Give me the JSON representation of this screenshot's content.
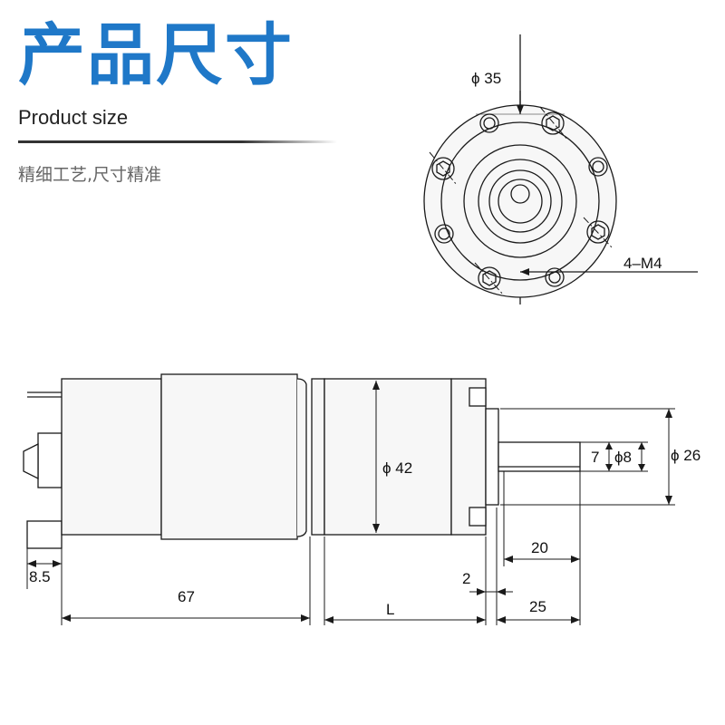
{
  "header": {
    "title": "产品尺寸",
    "subtitle": "Product size",
    "tagline": "精细工艺,尺寸精准"
  },
  "front_view": {
    "dims": {
      "flange_dia": "ϕ 35",
      "mount_thread": "4–M4"
    }
  },
  "side_view": {
    "dims": {
      "body_dia": "ϕ 42",
      "boss_dia": "ϕ 26",
      "shaft_dia": "ϕ8",
      "shaft_flat": "7",
      "terminal_len": "8.5",
      "motor_len": "67",
      "gearbox_len": "L",
      "boss_len": "2",
      "flat_len": "20",
      "shaft_len": "25"
    }
  },
  "colors": {
    "title_blue": "#1f78c8",
    "body_fill": "#f7f7f7",
    "line": "#1a1a1a"
  }
}
